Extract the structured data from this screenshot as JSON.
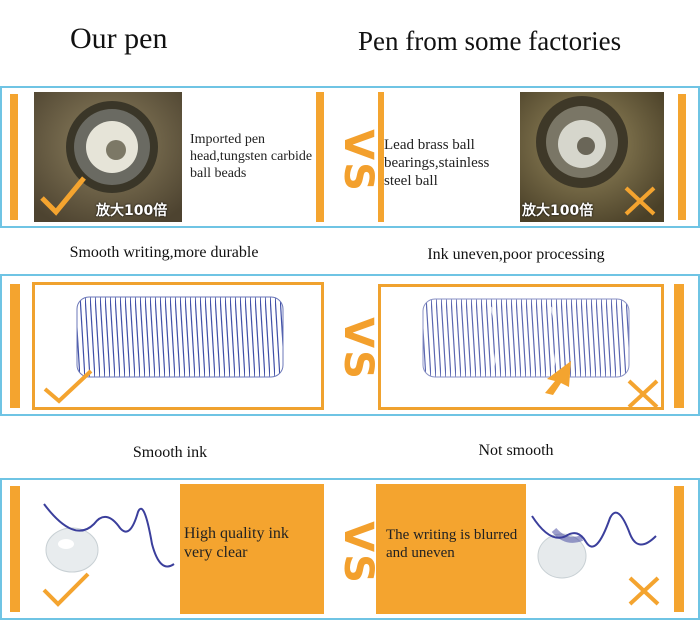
{
  "headings": {
    "left": "Our pen",
    "right": "Pen from some factories"
  },
  "rows": [
    {
      "left_text": "Imported pen head,tungsten carbide ball beads",
      "right_text": "Lead brass ball bearings,stainless steel ball",
      "vs": "VS",
      "zoom_label": "放大100倍",
      "left_caption": "Smooth writing,more durable",
      "right_caption": "Ink uneven,poor processing"
    },
    {
      "vs": "VS",
      "left_caption": "Smooth ink",
      "right_caption": "Not smooth"
    },
    {
      "left_text": "High quality ink very clear",
      "right_text": "The writing is blurred and uneven",
      "vs": "VS"
    }
  ],
  "colors": {
    "accent_orange": "#f4a42f",
    "frame_blue": "#6fc4e4",
    "spring_blue": "#3f4fa6"
  }
}
